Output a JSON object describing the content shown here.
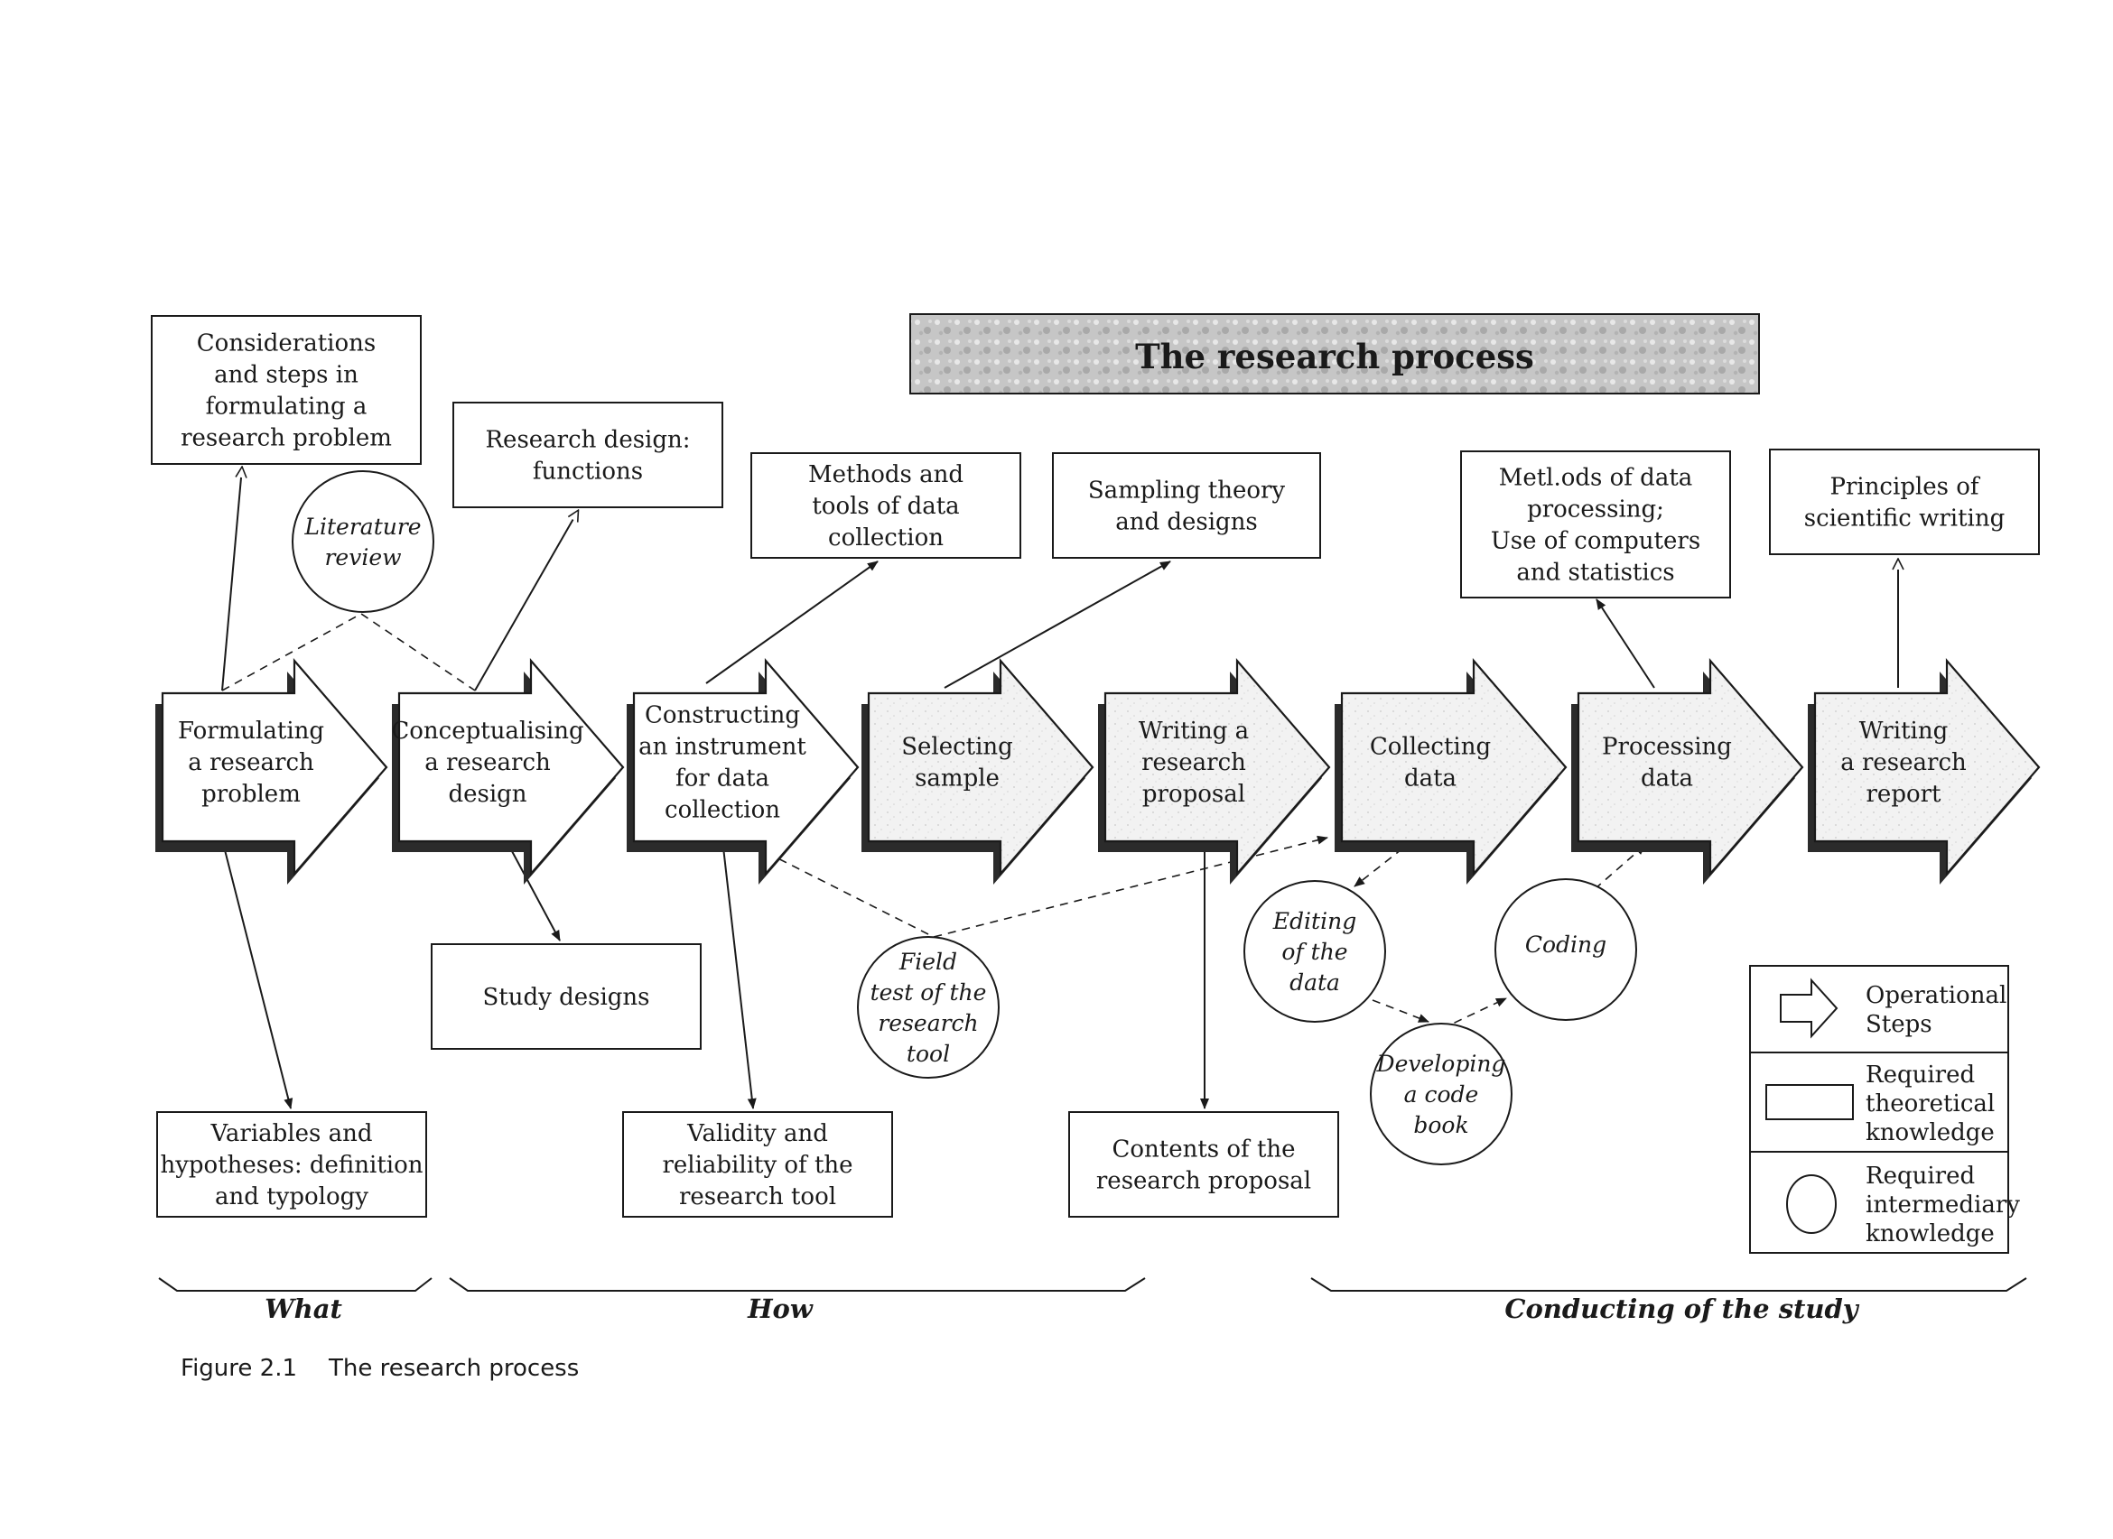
{
  "title": "The research process",
  "steps": [
    {
      "id": "formulating",
      "lines": [
        "Formulating",
        "a research",
        "problem"
      ]
    },
    {
      "id": "conceptualising",
      "lines": [
        "Conceptualising",
        "a research",
        "design"
      ]
    },
    {
      "id": "constructing",
      "lines": [
        "Constructing",
        "an instrument",
        "for  data",
        "collection"
      ]
    },
    {
      "id": "selecting",
      "lines": [
        "Selecting",
        "sample"
      ]
    },
    {
      "id": "writing-proposal",
      "lines": [
        "Writing a",
        "research",
        "proposal"
      ]
    },
    {
      "id": "collecting",
      "lines": [
        "Collecting",
        "data"
      ]
    },
    {
      "id": "processing",
      "lines": [
        "Processing",
        "data"
      ]
    },
    {
      "id": "writing-report",
      "lines": [
        "Writing",
        "a research",
        "report"
      ]
    }
  ],
  "knowledge_boxes": [
    {
      "id": "considerations",
      "lines": [
        "Considerations",
        "and steps in",
        "formulating a",
        "research problem"
      ]
    },
    {
      "id": "research-design-functions",
      "lines": [
        "Research design:",
        "functions"
      ]
    },
    {
      "id": "methods-tools",
      "lines": [
        "Methods and",
        "tools of data",
        "collection"
      ]
    },
    {
      "id": "sampling-theory",
      "lines": [
        "Sampling theory",
        "and designs"
      ]
    },
    {
      "id": "methods-processing",
      "lines": [
        "Metl.ods of data",
        "processing;",
        "Use of computers",
        "and statistics"
      ]
    },
    {
      "id": "principles-writing",
      "lines": [
        "Principles of",
        "scientific writing"
      ]
    },
    {
      "id": "study-designs",
      "lines": [
        "Study designs"
      ]
    },
    {
      "id": "variables-hypotheses",
      "lines": [
        "Variables and",
        "hypotheses: definition",
        "and typology"
      ]
    },
    {
      "id": "validity-reliability",
      "lines": [
        "Validity and",
        "reliability of the",
        "research tool"
      ]
    },
    {
      "id": "contents-proposal",
      "lines": [
        "Contents of the",
        "research proposal"
      ]
    }
  ],
  "intermediary_circles": [
    {
      "id": "literature-review",
      "lines": [
        "Literature",
        "review"
      ]
    },
    {
      "id": "field-test",
      "lines": [
        "Field",
        "test of the",
        "research",
        "tool"
      ]
    },
    {
      "id": "editing",
      "lines": [
        "Editing",
        "of the",
        "data"
      ]
    },
    {
      "id": "developing-code-book",
      "lines": [
        "Developing",
        "a code",
        "book"
      ]
    },
    {
      "id": "coding",
      "lines": [
        "Coding"
      ]
    }
  ],
  "legend": {
    "operational": [
      "Operational",
      "Steps"
    ],
    "theoretical": [
      "Required",
      "theoretical",
      "knowledge"
    ],
    "intermediary": [
      "Required",
      "intermediary",
      "knowledge"
    ]
  },
  "brackets": {
    "what": "What",
    "how": "How",
    "conducting": "Conducting of the study"
  },
  "caption": {
    "label": "Figure 2.1",
    "text": "The research process"
  }
}
